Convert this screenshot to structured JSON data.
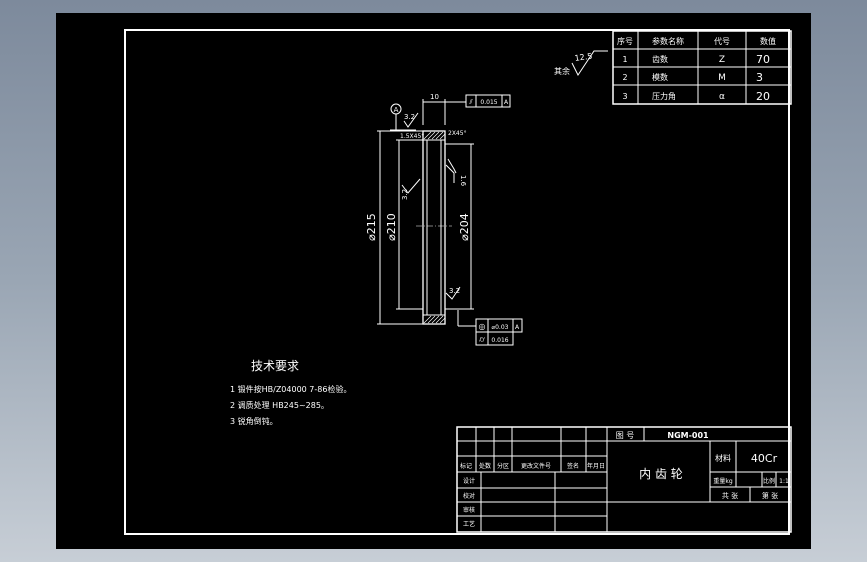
{
  "colors": {
    "paper": "#000000",
    "line": "#ffffff",
    "background_top": "#7d8a9c",
    "background_bottom": "#c7ced6"
  },
  "param_table": {
    "headers": [
      "序号",
      "参数名称",
      "代号",
      "数值"
    ],
    "rows": [
      [
        "1",
        "齿数",
        "Z",
        "70"
      ],
      [
        "2",
        "模数",
        "M",
        "3"
      ],
      [
        "3",
        "压力角",
        "α",
        "20"
      ]
    ]
  },
  "surface_note": {
    "prefix": "其余",
    "roughness": "12.5"
  },
  "drawing": {
    "datum": "A",
    "dims": {
      "width_top": "10",
      "roughness_top": "3.2",
      "roughness_left": "3.2",
      "roughness_right": "1.6",
      "roughness_bottom": "3.2",
      "chamfer_left": "1.5X45°",
      "chamfer_right": "2X45°",
      "d_outer": "⌀215",
      "d_mid": "⌀210",
      "d_inner": "⌀204"
    },
    "fcf_top": {
      "symbol": "⫽",
      "tol": "0.015",
      "datum": "A"
    },
    "fcf_bottom": [
      {
        "symbol": "◎",
        "tol": "⌀0.03",
        "datum": "A"
      },
      {
        "symbol": "⌭",
        "tol": "0.016",
        "datum": ""
      }
    ]
  },
  "tech_requirements": {
    "title": "技术要求",
    "items": [
      "1  锻件按HB/Z04000 7-86检验。",
      "2  调质处理 HB245~285。",
      "3  锐角倒钝。"
    ]
  },
  "title_block": {
    "drawing_no_label": "图 号",
    "drawing_no": "NGM-001",
    "part_name": "内 齿 轮",
    "material_label": "材料",
    "material": "40Cr",
    "weight_label": "重量kg",
    "scale_label": "比例",
    "scale": "1:1",
    "sheets_total": "共  张",
    "sheet_no": "第  张",
    "rev_headers": [
      "标记",
      "处数",
      "分区",
      "更改文件号",
      "签名",
      "年月日"
    ],
    "sign_rows": [
      "设计",
      "校对",
      "审核",
      "工艺"
    ]
  }
}
